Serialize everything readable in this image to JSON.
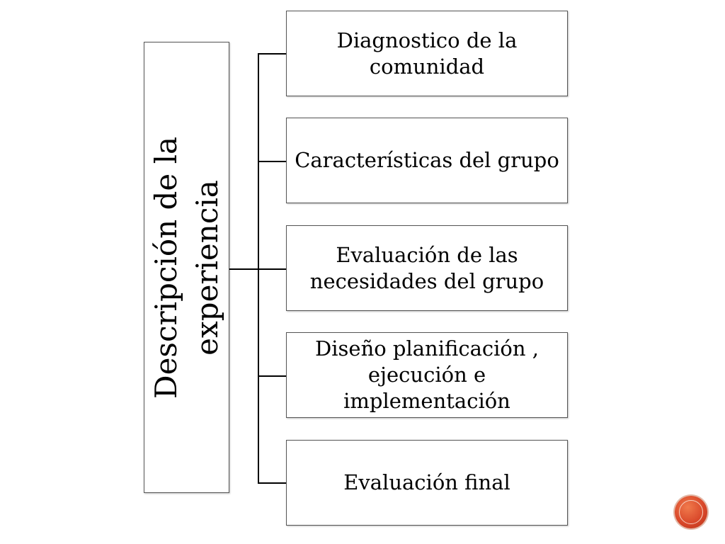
{
  "diagram": {
    "root": {
      "label": "Descripción de la experiencia"
    },
    "children": [
      {
        "label": "Diagnostico de la comunidad"
      },
      {
        "label": "Características del grupo"
      },
      {
        "label": "Evaluación de las necesidades del grupo"
      },
      {
        "label": "Diseño planificación , ejecución e implementación"
      },
      {
        "label": "Evaluación final"
      }
    ]
  },
  "colors": {
    "box_border": "#555555",
    "connector": "#000000",
    "logo_accent": "#d9482a"
  },
  "icons": {
    "corner_logo": "circle-emblem-icon"
  }
}
